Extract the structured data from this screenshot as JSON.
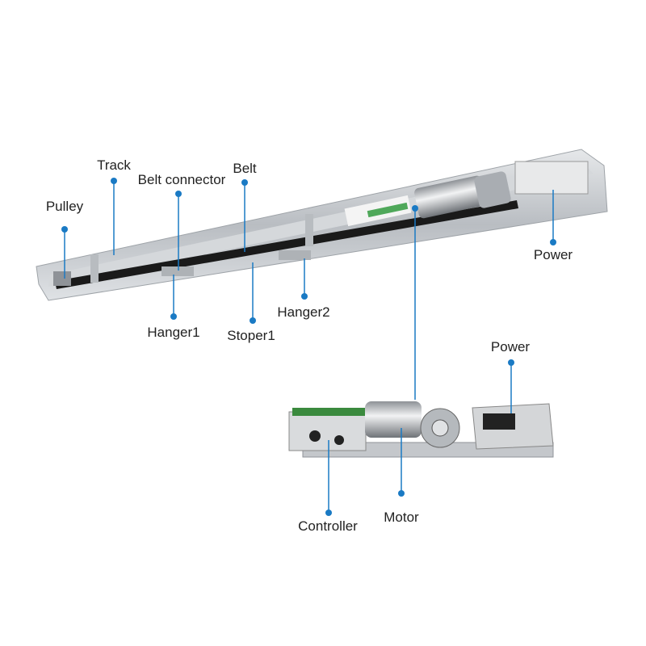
{
  "colors": {
    "leader": "#1a7ac4",
    "rail": "#c9ccd0",
    "belt": "#1a1a1a"
  },
  "labels": {
    "pulley": "Pulley",
    "track": "Track",
    "belt_connector": "Belt connector",
    "belt": "Belt",
    "hanger1": "Hanger1",
    "stoper1": "Stoper1",
    "hanger2": "Hanger2",
    "power_top": "Power",
    "power_bottom": "Power",
    "controller": "Controller",
    "motor": "Motor"
  }
}
